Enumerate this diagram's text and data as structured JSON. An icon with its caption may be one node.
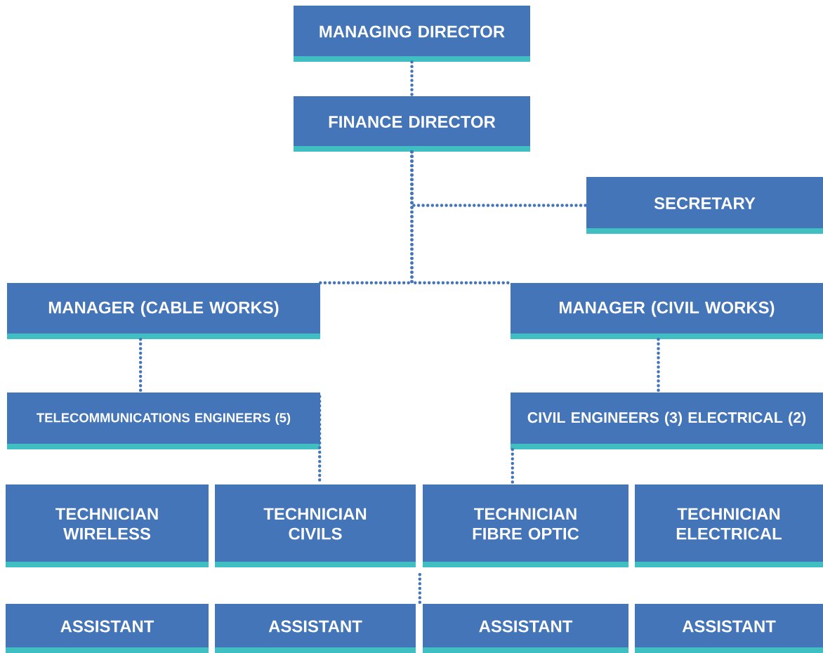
{
  "diagram": {
    "nodes": [
      {
        "text": [
          "MANAGING DIRECTOR"
        ]
      },
      {
        "text": [
          "FINANCE DIRECTOR"
        ]
      },
      {
        "text": [
          "SECRETARY"
        ]
      },
      {
        "text": [
          "MANAGER (CABLE WORKS)"
        ]
      },
      {
        "text": [
          "MANAGER (CIVIL WORKS)"
        ]
      },
      {
        "text": [
          "TELECOMMUNICATIONS ENGINEERS (5)"
        ]
      },
      {
        "text": [
          "CIVIL ENGINEERS (3) ELECTRICAL (2)"
        ]
      },
      {
        "text": [
          "TECHNICIAN WIRELESS"
        ]
      },
      {
        "text": [
          "TECHNICIAN CIVILS"
        ]
      },
      {
        "text": [
          "TECHNICIAN FIBRE OPTIC"
        ]
      },
      {
        "text": [
          "TECHNICIAN ELECTRICAL"
        ]
      },
      {
        "text": [
          "ASSISTANT"
        ]
      },
      {
        "text": [
          "ASSISTANT"
        ]
      },
      {
        "text": [
          "ASSISTANT"
        ]
      },
      {
        "text": [
          "ASSISTANT"
        ]
      }
    ],
    "edges": [
      {
        "from": 0,
        "to": 1,
        "arrow": "none",
        "style": "dashed"
      },
      {
        "from": 1,
        "to": 2,
        "arrow": "none",
        "style": "dashed"
      },
      {
        "from": 1,
        "to": 3,
        "arrow": "none",
        "style": "dashed"
      },
      {
        "from": 1,
        "to": 4,
        "arrow": "none",
        "style": "dashed"
      },
      {
        "from": 3,
        "to": 5,
        "arrow": "none",
        "style": "dashed"
      },
      {
        "from": 4,
        "to": 6,
        "arrow": "none",
        "style": "dashed"
      },
      {
        "from": 5,
        "to": 8,
        "arrow": "none",
        "style": "dashed"
      },
      {
        "from": 6,
        "to": 9,
        "arrow": "none",
        "style": "dashed"
      },
      {
        "from": 9,
        "to": 13,
        "arrow": "none",
        "style": "dashed"
      }
    ]
  }
}
